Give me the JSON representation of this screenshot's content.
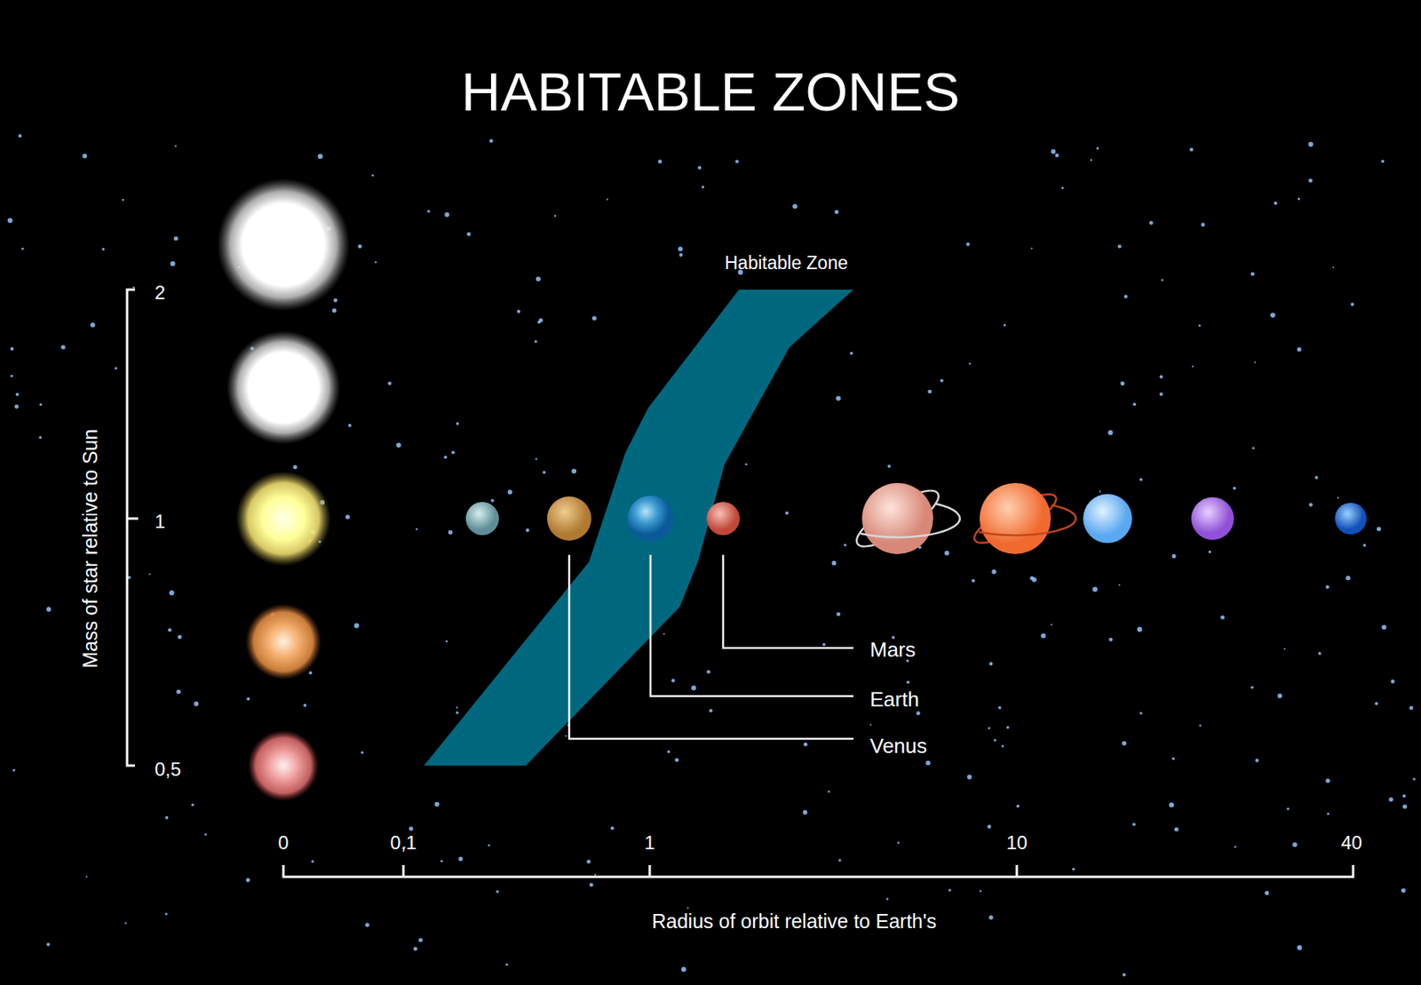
{
  "diagram": {
    "title": "HABITABLE ZONES",
    "labels": [
      "Habitable Zone",
      "Mass of star relative to Sun",
      "2",
      "1",
      "0,5",
      "Mars",
      "Earth",
      "Venus",
      "0",
      "0,1",
      "1",
      "10",
      "40",
      "Radius of orbit relative to Earth's"
    ]
  }
}
